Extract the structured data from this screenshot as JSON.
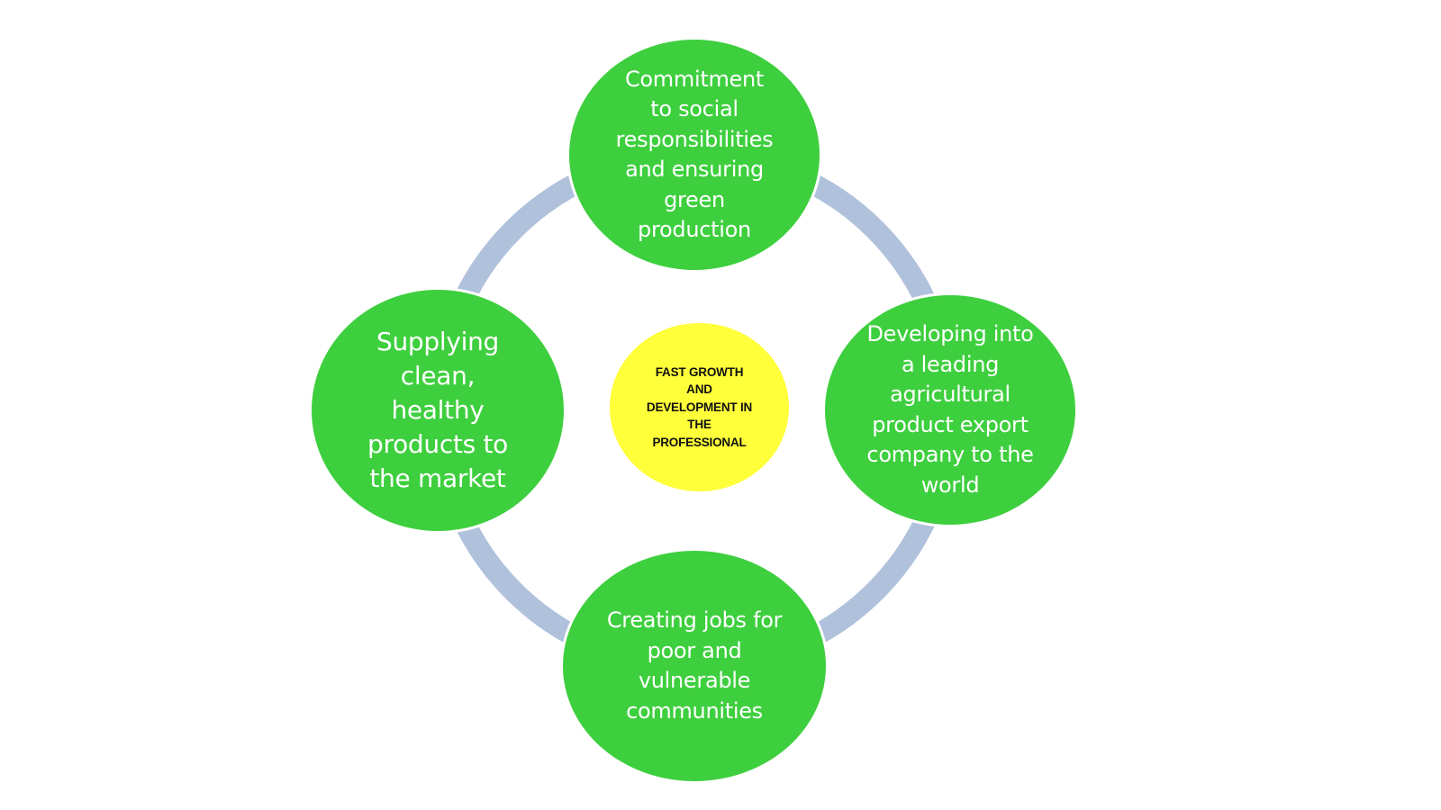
{
  "diagram": {
    "type": "cycle",
    "colors": {
      "background": "#ffffff",
      "outer_node_fill": "#3ecf3e",
      "outer_node_text": "#ffffff",
      "center_node_fill": "#ffff3a",
      "center_node_text": "#111111",
      "connector_ring": "#b0c1dc",
      "node_outline": "#ffffff"
    },
    "center": {
      "label": "FAST GROWTH\nAND\nDEVELOPMENT IN\nTHE\nPROFESSIONAL"
    },
    "nodes": [
      {
        "id": "top",
        "label": "Commitment\nto social\nresponsibilities\nand ensuring\ngreen\nproduction"
      },
      {
        "id": "right",
        "label": "Developing into\na leading\nagricultural\nproduct export\ncompany to the\nworld"
      },
      {
        "id": "bottom",
        "label": "Creating jobs for\npoor and\nvulnerable\ncommunities"
      },
      {
        "id": "left",
        "label": "Supplying\nclean,\nhealthy\nproducts to\nthe market"
      }
    ]
  }
}
